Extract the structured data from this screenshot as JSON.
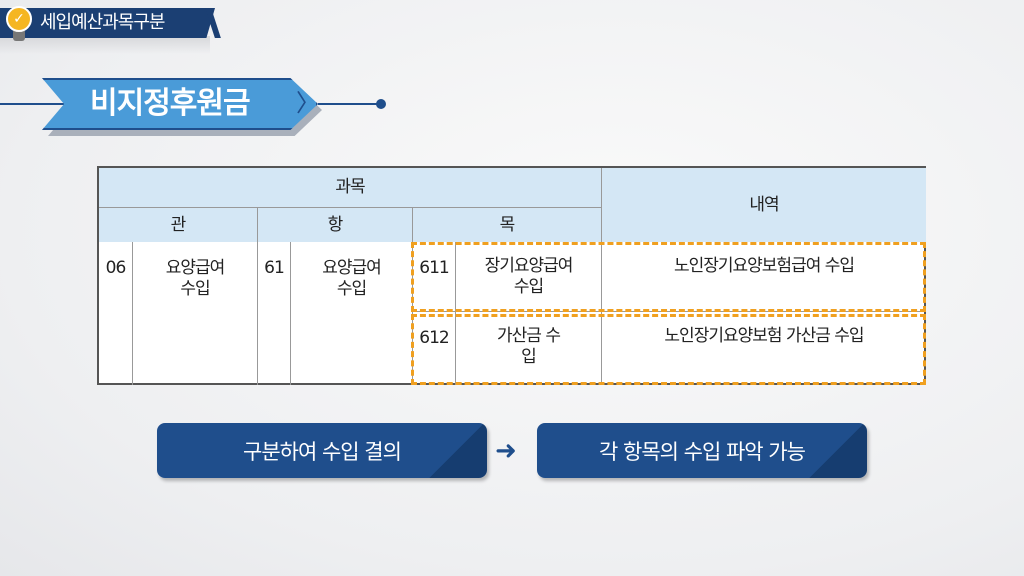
{
  "header": {
    "section_title": "세입예산과목구분",
    "page_title": "비지정후원금"
  },
  "table": {
    "group_header": "과목",
    "sub_headers": [
      "관",
      "항",
      "목"
    ],
    "detail_header": "내역",
    "gwan": {
      "code": "06",
      "name": "요양급여 수입"
    },
    "hang": {
      "code": "61",
      "name": "요양급여 수입"
    },
    "rows": [
      {
        "code": "611",
        "name": "장기요양급여 수입",
        "detail": "노인장기요양보험급여 수입"
      },
      {
        "code": "612",
        "name": "가산금 수입",
        "detail": "노인장기요양보험 가산금 수입"
      }
    ]
  },
  "flow": {
    "step1": "구분하여 수입 결의",
    "step2": "각 항목의 수입 파악 가능"
  },
  "colors": {
    "navy": "#1b3f73",
    "blue": "#4a9bd8",
    "header_bg": "#d4e7f5",
    "highlight": "#f0a020"
  }
}
